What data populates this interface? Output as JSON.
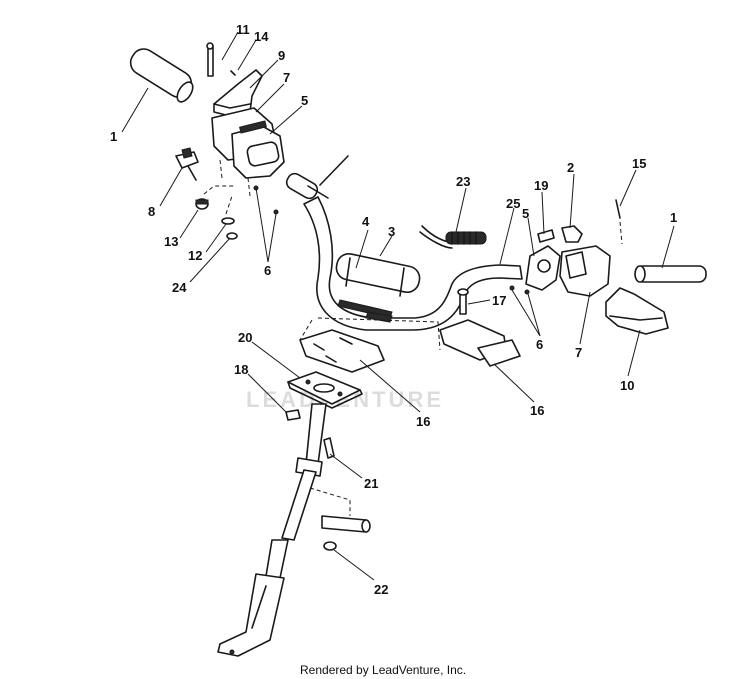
{
  "watermark": "LEADVENTURE",
  "credit": "Rendered by LeadVenture, Inc.",
  "callouts": [
    {
      "id": "c1a",
      "text": "1"
    },
    {
      "id": "c11",
      "text": "11"
    },
    {
      "id": "c14",
      "text": "14"
    },
    {
      "id": "c9",
      "text": "9"
    },
    {
      "id": "c7a",
      "text": "7"
    },
    {
      "id": "c5a",
      "text": "5"
    },
    {
      "id": "c8",
      "text": "8"
    },
    {
      "id": "c13",
      "text": "13"
    },
    {
      "id": "c12",
      "text": "12"
    },
    {
      "id": "c24",
      "text": "24"
    },
    {
      "id": "c6a",
      "text": "6"
    },
    {
      "id": "c4",
      "text": "4"
    },
    {
      "id": "c3",
      "text": "3"
    },
    {
      "id": "c23",
      "text": "23"
    },
    {
      "id": "c19",
      "text": "19"
    },
    {
      "id": "c2",
      "text": "2"
    },
    {
      "id": "c15",
      "text": "15"
    },
    {
      "id": "c25",
      "text": "25"
    },
    {
      "id": "c5b",
      "text": "5"
    },
    {
      "id": "c1b",
      "text": "1"
    },
    {
      "id": "c17",
      "text": "17"
    },
    {
      "id": "c6b",
      "text": "6"
    },
    {
      "id": "c7b",
      "text": "7"
    },
    {
      "id": "c10",
      "text": "10"
    },
    {
      "id": "c20",
      "text": "20"
    },
    {
      "id": "c18",
      "text": "18"
    },
    {
      "id": "c16a",
      "text": "16"
    },
    {
      "id": "c16b",
      "text": "16"
    },
    {
      "id": "c21",
      "text": "21"
    },
    {
      "id": "c22",
      "text": "22"
    }
  ]
}
